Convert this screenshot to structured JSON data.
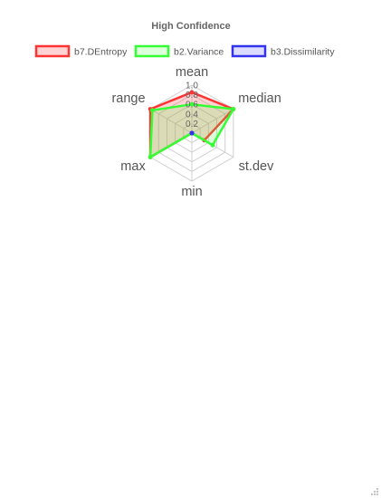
{
  "chart_data": {
    "type": "radar",
    "title": "High Confidence",
    "axes": [
      "mean",
      "median",
      "st.dev",
      "min",
      "max",
      "range"
    ],
    "ticks": [
      "1.0",
      "0.8",
      "0.6",
      "0.4",
      "0.2"
    ],
    "tick_values": [
      1.0,
      0.8,
      0.6,
      0.4,
      0.2
    ],
    "r_range": [
      0,
      1
    ],
    "legend_position": "top",
    "series": [
      {
        "name": "b7.DEntropy",
        "color": "#ff3333",
        "fill": "rgba(255,80,80,0.25)",
        "values": [
          0.85,
          1.0,
          0.3,
          0.0,
          1.0,
          1.0
        ]
      },
      {
        "name": "b2.Variance",
        "color": "#33ff33",
        "fill": "rgba(80,255,80,0.2)",
        "values": [
          0.6,
          1.0,
          0.5,
          0.0,
          1.0,
          0.95
        ]
      },
      {
        "name": "b3.Dissimilarity",
        "color": "#3333ee",
        "fill": "rgba(80,80,255,0.2)",
        "values": [
          0.0,
          0.0,
          0.0,
          0.0,
          0.0,
          0.0
        ]
      }
    ]
  }
}
